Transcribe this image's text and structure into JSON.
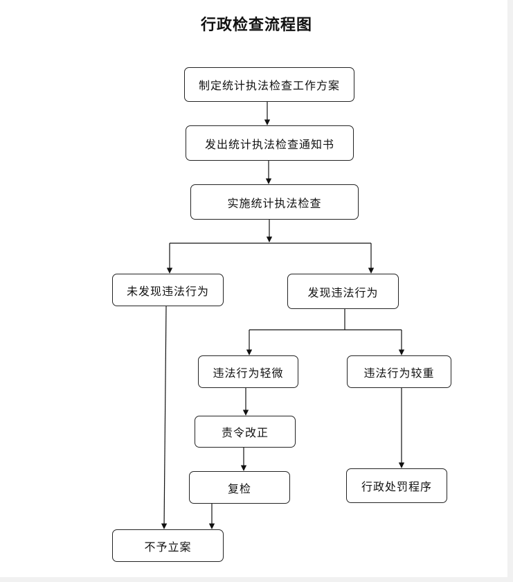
{
  "title": "行政检查流程图",
  "nodes": {
    "plan": "制定统计执法检查工作方案",
    "notice": "发出统计执法检查通知书",
    "inspect": "实施统计执法检查",
    "no_violation": "未发现违法行为",
    "violation": "发现违法行为",
    "minor": "违法行为轻微",
    "serious": "违法行为较重",
    "correct": "责令改正",
    "recheck": "复检",
    "no_case": "不予立案",
    "penalty": "行政处罚程序"
  }
}
